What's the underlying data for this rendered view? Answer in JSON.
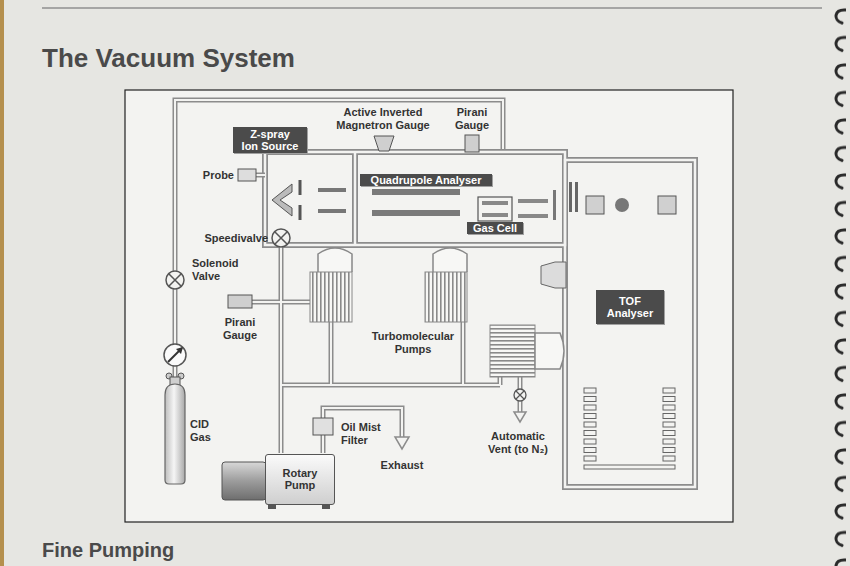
{
  "diagram": {
    "title": "The Vacuum System",
    "nodes": [
      {
        "text": [
          "Z-spray Ion Source"
        ]
      },
      {
        "text": [
          "Quadrupole Analyser"
        ]
      },
      {
        "text": [
          "Gas Cell"
        ]
      },
      {
        "text": [
          "TOF Analyser"
        ]
      },
      {
        "text": [
          "Rotary Pump"
        ]
      }
    ],
    "labels": [
      "Active Inverted Magnetron Gauge",
      "Pirani Gauge",
      "Probe",
      "Speedivalve",
      "Solenoid Valve",
      "Pirani Gauge",
      "Turbomolecular Pumps",
      "CID Gas",
      "Oil Mist Filter",
      "Exhaust",
      "Automatic Vent (to N₂)",
      "Fine Pumping"
    ]
  }
}
